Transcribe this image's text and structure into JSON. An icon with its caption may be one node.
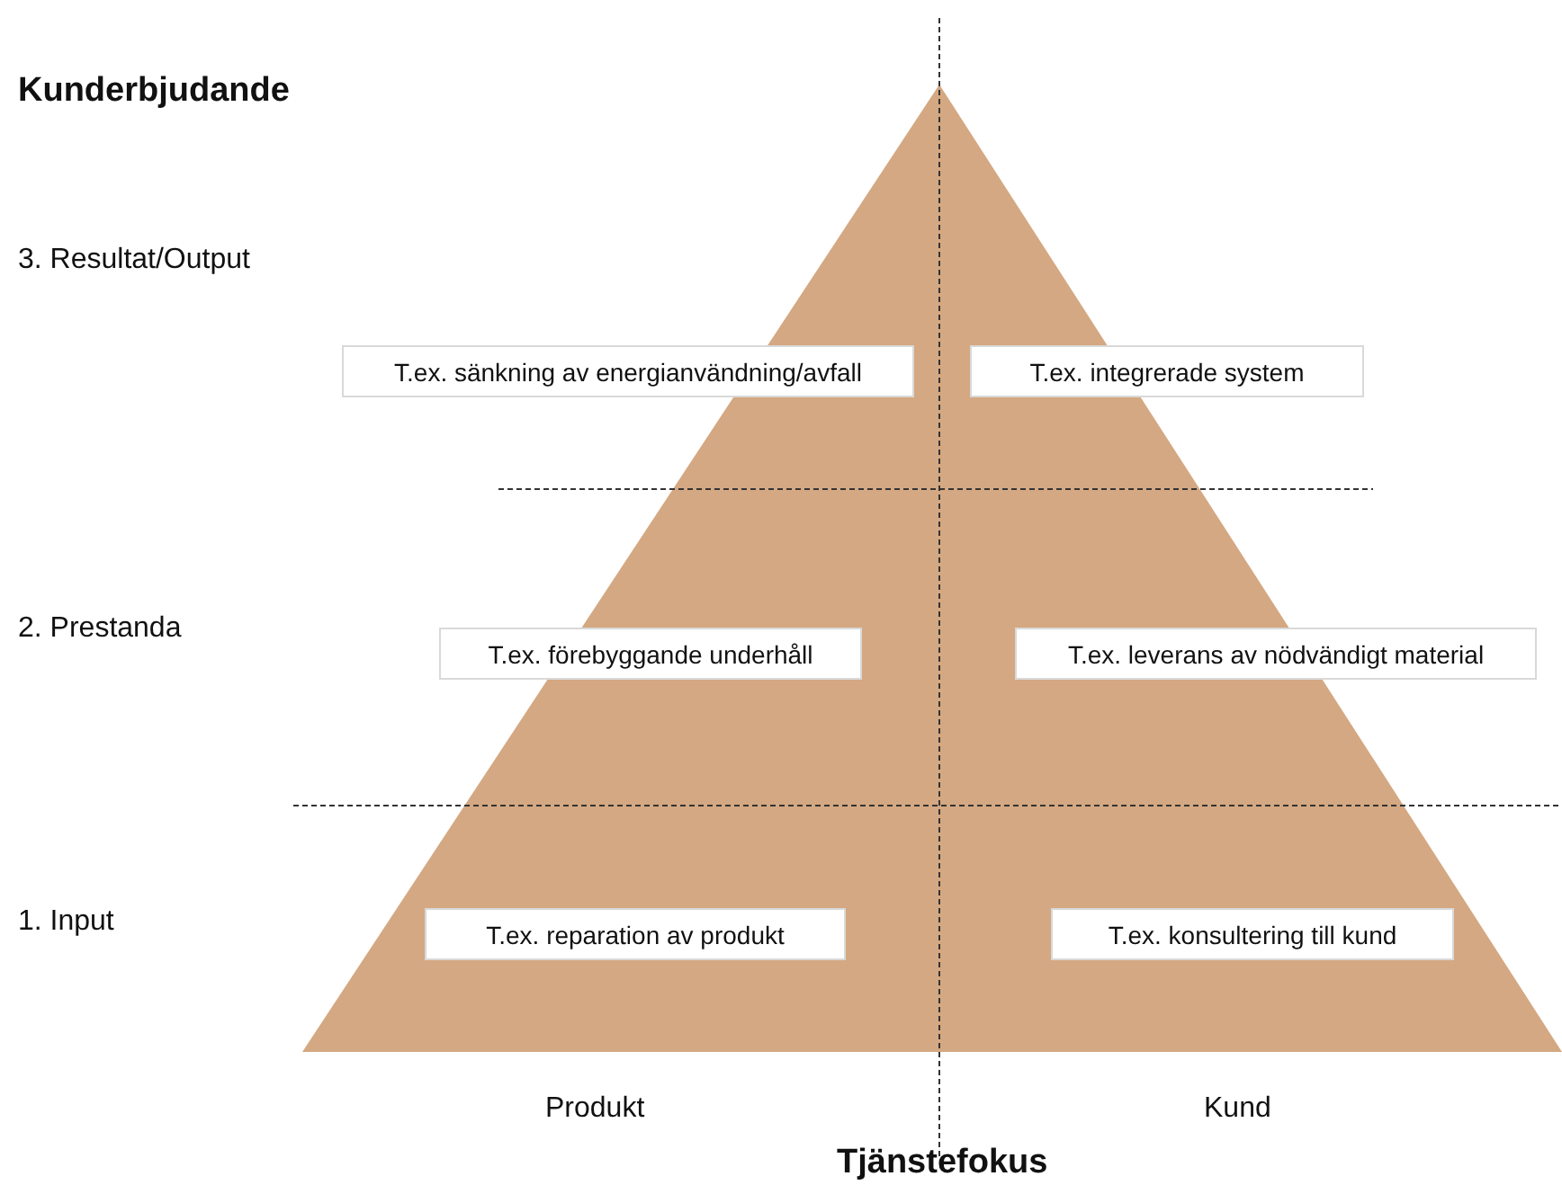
{
  "diagram": {
    "title": "Kunderbjudande",
    "nodes": [
      {
        "text": [
          "T.ex. sänkning av energianvändning/avfall"
        ]
      },
      {
        "text": [
          "T.ex. integrerade system"
        ]
      },
      {
        "text": [
          "T.ex. förebyggande underhåll"
        ]
      },
      {
        "text": [
          "T.ex. leverans av nödvändigt material"
        ]
      },
      {
        "text": [
          "T.ex. reparation av produkt"
        ]
      },
      {
        "text": [
          "T.ex. konsultering till kund"
        ]
      }
    ],
    "labels": [
      "3. Resultat/Output",
      "2. Prestanda",
      "1. Input",
      "Produkt",
      "Kund",
      "Tjänstefokus"
    ]
  }
}
